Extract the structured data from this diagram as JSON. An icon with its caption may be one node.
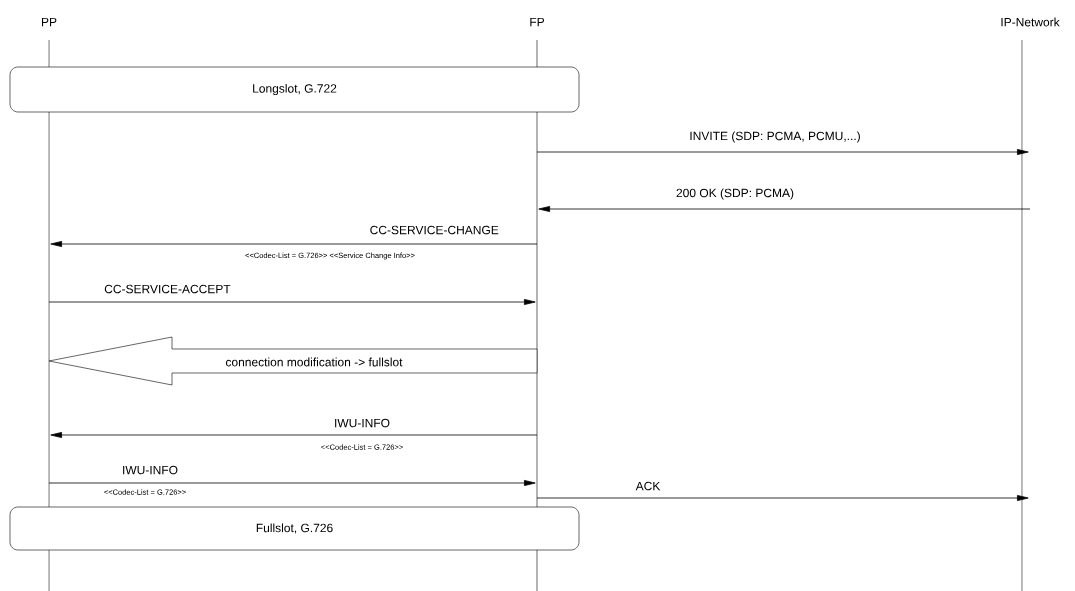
{
  "diagram": {
    "nodes": [
      {
        "text": [
          "PP"
        ]
      },
      {
        "text": [
          "FP"
        ]
      },
      {
        "text": [
          "IP-Network"
        ]
      },
      {
        "text": [
          "Longslot, G.722"
        ]
      },
      {
        "text": [
          "Fullslot, G.726"
        ]
      }
    ],
    "edges": [
      {
        "from": 1,
        "to": 2,
        "arrow": "to",
        "label": "INVITE (SDP: PCMA, PCMU,...)"
      },
      {
        "from": 2,
        "to": 1,
        "arrow": "to",
        "label": "200 OK (SDP: PCMA)"
      },
      {
        "from": 1,
        "to": 0,
        "arrow": "to",
        "label": "CC-SERVICE-CHANGE"
      },
      {
        "from": 0,
        "to": 1,
        "arrow": "to",
        "label": "CC-SERVICE-ACCEPT"
      },
      {
        "from": 1,
        "to": 0,
        "arrow": "to",
        "label": "connection modification -> fullslot",
        "style": "thick"
      },
      {
        "from": 1,
        "to": 0,
        "arrow": "to",
        "label": "IWU-INFO"
      },
      {
        "from": 0,
        "to": 1,
        "arrow": "to",
        "label": "IWU-INFO"
      },
      {
        "from": 1,
        "to": 2,
        "arrow": "to",
        "label": "ACK"
      }
    ],
    "labels": [
      "<<Codec-List = G.726>> <<Service Change Info>>",
      "<<Codec-List = G.726>>",
      "<<Codec-List = G.726>>"
    ]
  }
}
